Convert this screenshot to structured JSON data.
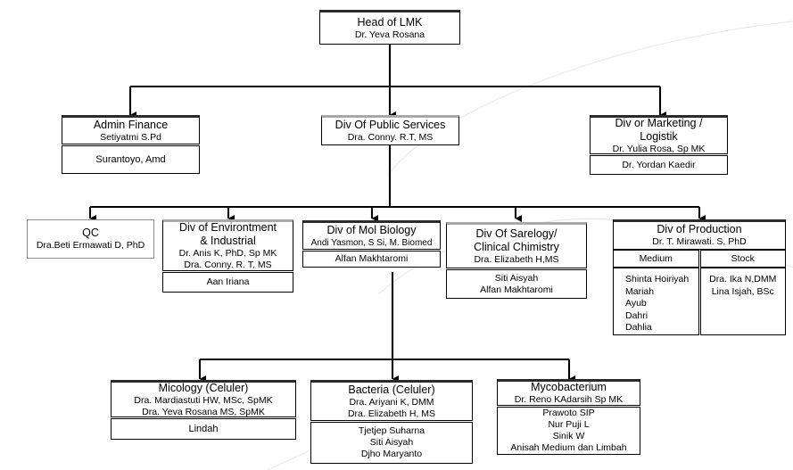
{
  "chart_meta": {
    "type": "org-chart",
    "title": "LMK Organizational Structure",
    "accent_border": "#000000",
    "top_accent": "#2b2b2b",
    "gray_border": "#8d8d8d"
  },
  "root": {
    "title": "Head of LMK",
    "person": "Dr. Yeva Rosana"
  },
  "level2": [
    {
      "title": "Admin Finance",
      "person": "Setiyatmi S.Pd",
      "staff": [
        "Surantoyo, Amd"
      ]
    },
    {
      "title": "Div Of Public Services",
      "person": "Dra. Conny. R.T, MS",
      "staff": []
    },
    {
      "title_line1": "Div or Marketing /",
      "title_line2": "Logistik",
      "person": "Dr. Yulia Rosa, Sp MK",
      "staff": [
        "Dr. Yordan Kaedir"
      ]
    }
  ],
  "level3": [
    {
      "title": "QC",
      "person": "Dra.Beti Ermawati D, PhD",
      "staff": []
    },
    {
      "title_line1": "Div of Environtment",
      "title_line2": "& Industrial",
      "person_line1": "Dr. Anis K, PhD, Sp MK",
      "person_line2": "Dra. Conny. R. T, MS",
      "staff": [
        "Aan Iriana"
      ]
    },
    {
      "title": "Div of Mol Biology",
      "person": "Andi Yasmon, S Si, M. Biomed",
      "staff": [
        "Alfan Makhtaromi"
      ]
    },
    {
      "title_line1": "Div Of Sarelogy/",
      "title_line2": "Clinical Chimistry",
      "person": "Dra. Elizabeth H,MS",
      "staff": [
        "Siti Aisyah",
        "Alfan Makhtaromi"
      ]
    },
    {
      "title": "Div of Production",
      "person": "Dr. T. Mirawati. S, PhD",
      "columns": [
        {
          "header": "Medium",
          "items": [
            "Shinta Hoiriyah",
            "Mariah",
            "Ayub",
            "Dahri",
            "Dahlia"
          ]
        },
        {
          "header": "Stock",
          "items": [
            "Dra. Ika N,DMM",
            "Lina Isjah, BSc"
          ]
        }
      ]
    }
  ],
  "level4": [
    {
      "title": "Micology (Celuler)",
      "person_line1": "Dra. Mardiastuti HW, MSc, SpMK",
      "person_line2": "Dra. Yeva Rosana MS, SpMK",
      "staff": [
        "Lindah"
      ]
    },
    {
      "title": "Bacteria (Celuler)",
      "person_line1": "Dra. Ariyani K, DMM",
      "person_line2": "Dra. Elizabeth H, MS",
      "staff": [
        "Tjetjep Suharna",
        "Siti Aisyah",
        "Djho Maryanto"
      ]
    },
    {
      "title": "Mycobacterium",
      "person": "Dr. Reno KAdarsih Sp MK",
      "staff": [
        "Prawoto SIP",
        "Nur Puji L",
        "Sinik W",
        "Anisah Medium dan Limbah"
      ]
    }
  ]
}
